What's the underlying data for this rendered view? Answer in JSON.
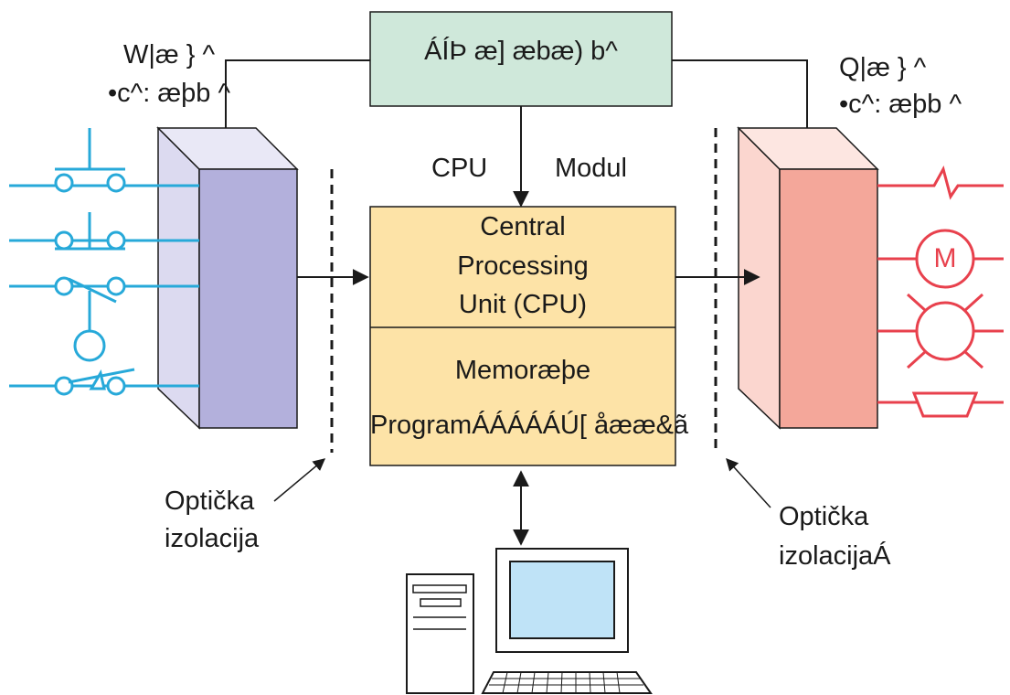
{
  "power_supply": {
    "label": "ÁÍÞ æ] æbæ) b^"
  },
  "input_module": {
    "line1": "W|æ } ^",
    "line2": "•c^: æþb ^"
  },
  "output_module": {
    "line1": "Q|æ } ^",
    "line2": "•c^: æþb ^"
  },
  "cpu_module_label": {
    "left": "CPU",
    "right": "Modul"
  },
  "cpu": {
    "title_lines": [
      "Central",
      "Processing",
      "Unit (CPU)"
    ],
    "memory_label": "Memoræþe",
    "program_label": "ProgramÁÁÁÁÁÚ[ åææ&ã"
  },
  "optical_left": {
    "line1": "Optička",
    "line2": "izolacija"
  },
  "optical_right": {
    "line1": "Optička",
    "line2": "izolacijaÁ"
  },
  "motor_symbol": {
    "label": "M"
  },
  "colors": {
    "cpu_fill": "#fde3a7",
    "power_fill": "#cfe8da",
    "input_front": "#b3b0dc",
    "input_side": "#dcdaf0",
    "output_front": "#f4a79a",
    "output_side": "#fbd6cf",
    "input_wire": "#27a9d9",
    "output_wire": "#e8414d",
    "monitor_screen": "#bfe3f7"
  }
}
